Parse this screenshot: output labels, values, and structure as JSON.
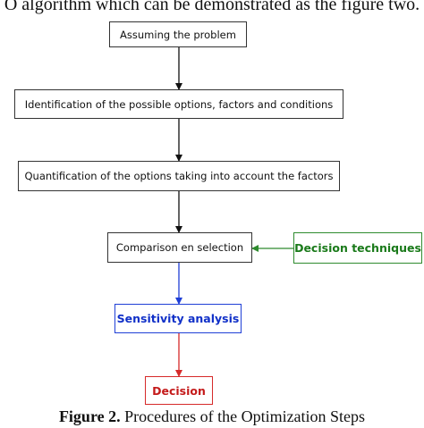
{
  "top_text": "O algorithm which can be demonstrated as the figure two.",
  "nodes": {
    "assume": "Assuming the problem",
    "identify": "Identification of the possible options, factors and conditions",
    "quantify": "Quantification of the options taking into account the factors",
    "compare": "Comparison en selection",
    "techniques": "Decision techniques",
    "sensitivity": "Sensitivity analysis",
    "decision": "Decision"
  },
  "colors": {
    "black": "#111111",
    "green": "#2e8b2e",
    "blue": "#1f3fd6",
    "red": "#d62a2a"
  },
  "caption": {
    "label": "Figure 2.",
    "text": " Procedures of the Optimization Steps"
  }
}
